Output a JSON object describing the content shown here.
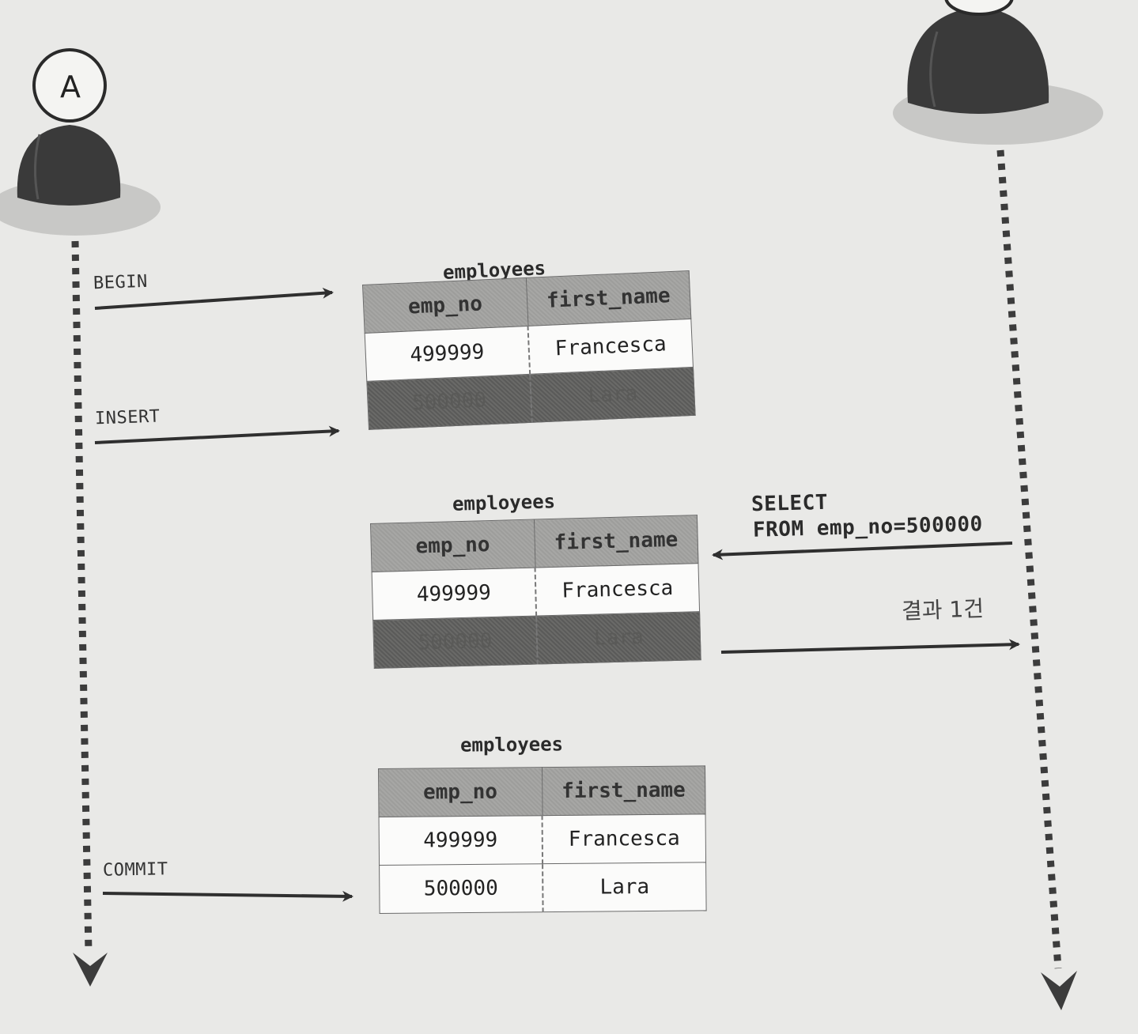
{
  "actor_a": {
    "label": "A"
  },
  "steps": {
    "begin": "BEGIN",
    "insert": "INSERT",
    "commit": "COMMIT"
  },
  "select_query": {
    "line1": "SELECT",
    "line2": "FROM emp_no=500000"
  },
  "result_label": "결과 1건",
  "tables": [
    {
      "title": "employees",
      "columns": [
        "emp_no",
        "first_name"
      ],
      "rows": [
        {
          "emp_no": "499999",
          "first_name": "Francesca"
        },
        {
          "emp_no": "500000",
          "first_name": "Lara"
        }
      ]
    },
    {
      "title": "employees",
      "columns": [
        "emp_no",
        "first_name"
      ],
      "rows": [
        {
          "emp_no": "499999",
          "first_name": "Francesca"
        },
        {
          "emp_no": "500000",
          "first_name": "Lara"
        }
      ]
    },
    {
      "title": "employees",
      "columns": [
        "emp_no",
        "first_name"
      ],
      "rows": [
        {
          "emp_no": "499999",
          "first_name": "Francesca"
        },
        {
          "emp_no": "500000",
          "first_name": "Lara"
        }
      ]
    }
  ],
  "colors": {
    "lifeline": "#3c3c3c",
    "arrow": "#2f2f2f",
    "header": "#a7a7a5",
    "uncommitted_row": "#6a6a68"
  }
}
